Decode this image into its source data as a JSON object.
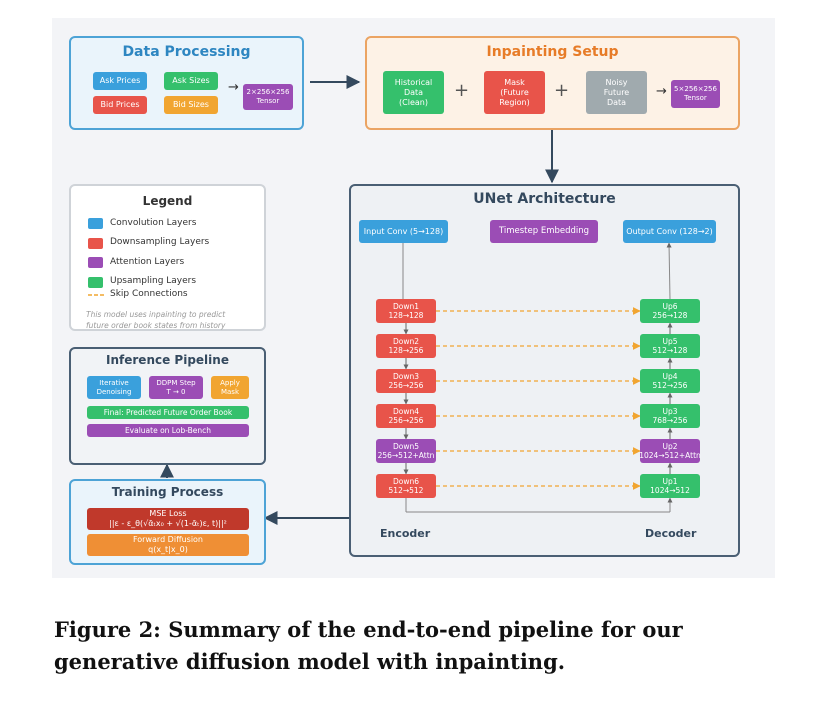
{
  "colors": {
    "blue": "#3aa0dc",
    "red": "#e8544a",
    "green": "#35c06c",
    "orange": "#f1a531",
    "purple": "#9b4db5",
    "gray": "#a0aaae",
    "darkred": "#c0392b",
    "forward": "#ef8f35",
    "accent": "#e77c28",
    "dark": "#34495e"
  },
  "data_processing": {
    "title": "Data Processing",
    "ask_prices": "Ask Prices",
    "ask_sizes": "Ask Sizes",
    "bid_prices": "Bid Prices",
    "bid_sizes": "Bid Sizes",
    "arrow": "→",
    "tensor": "2×256×256\nTensor"
  },
  "inpainting": {
    "title": "Inpainting Setup",
    "historical": "Historical\nData\n(Clean)",
    "plus": "+",
    "mask": "Mask\n(Future\nRegion)",
    "noisy": "Noisy\nFuture\nData",
    "arrow": "→",
    "tensor": "5×256×256\nTensor"
  },
  "legend": {
    "title": "Legend",
    "items": [
      {
        "label": "Convolution Layers",
        "color": "#3aa0dc"
      },
      {
        "label": "Downsampling Layers",
        "color": "#e8544a"
      },
      {
        "label": "Attention Layers",
        "color": "#9b4db5"
      },
      {
        "label": "Upsampling Layers",
        "color": "#35c06c"
      }
    ],
    "skip_label": "Skip Connections",
    "note": "This model uses inpainting to predict\nfuture order book states from history"
  },
  "inference": {
    "title": "Inference Pipeline",
    "iterative": "Iterative\nDenoising",
    "ddpm": "DDPM Step\nT → 0",
    "apply": "Apply\nMask",
    "final": "Final: Predicted Future Order Book",
    "evaluate": "Evaluate on Lob-Bench"
  },
  "training": {
    "title": "Training Process",
    "mse": "MSE Loss\n||ε - ε_θ(√ᾱₜx₀ + √(1-ᾱₜ)ε, t)||²",
    "forward": "Forward Diffusion\nq(x_t|x_0)"
  },
  "unet": {
    "title": "UNet Architecture",
    "input_conv": "Input Conv (5→128)",
    "timestep": "Timestep Embedding",
    "output_conv": "Output Conv (128→2)",
    "down": [
      {
        "label": "Down1\n128→128",
        "attn": false
      },
      {
        "label": "Down2\n128→256",
        "attn": false
      },
      {
        "label": "Down3\n256→256",
        "attn": false
      },
      {
        "label": "Down4\n256→256",
        "attn": false
      },
      {
        "label": "Down5\n256→512+Attn",
        "attn": true
      },
      {
        "label": "Down6\n512→512",
        "attn": false
      }
    ],
    "up": [
      {
        "label": "Up6\n256→128",
        "attn": false
      },
      {
        "label": "Up5\n512→128",
        "attn": false
      },
      {
        "label": "Up4\n512→256",
        "attn": false
      },
      {
        "label": "Up3\n768→256",
        "attn": false
      },
      {
        "label": "Up2\n1024→512+Attn",
        "attn": true
      },
      {
        "label": "Up1\n1024→512",
        "attn": false
      }
    ],
    "encoder": "Encoder",
    "decoder": "Decoder"
  },
  "caption": "Figure 2: Summary of the end-to-end pipeline for our generative diffusion model with inpainting."
}
